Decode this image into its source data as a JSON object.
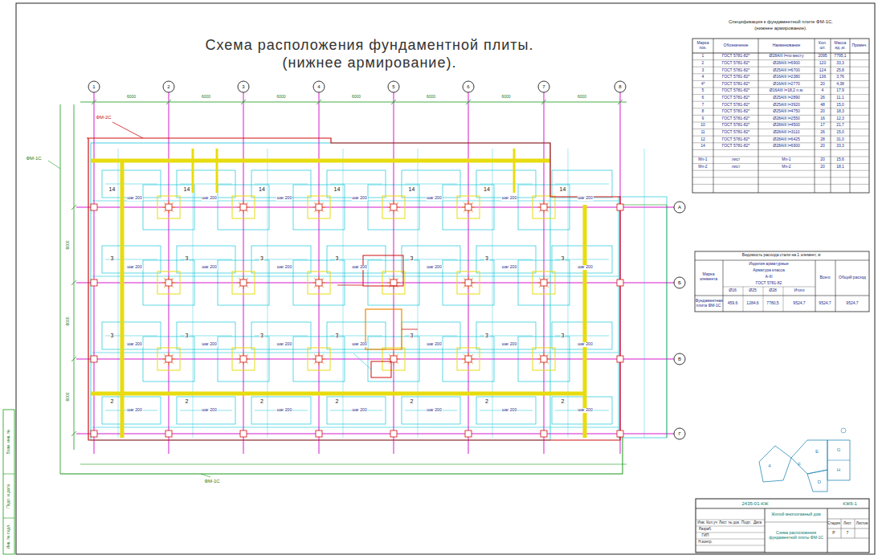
{
  "diagram": {
    "title": "Схема расположения фундаментной плиты. (нижнее армирование).",
    "labels": [
      "Спецификация к фундаментной плите ФМ-1С.",
      "(нижнее армирование).",
      "Марка поз.",
      "Обозначение",
      "Наименование",
      "Кол. шт.",
      "Масса ед.,кг.",
      "Примеч.",
      "1",
      "ГОСТ 5781-82*",
      "Ø28АIII l=по месту",
      "2095",
      "7795,1",
      "2",
      "ГОСТ 5781-82*",
      "Ø28АIII l=6900",
      "120",
      "33,3",
      "3",
      "ГОСТ 5781-82*",
      "Ø25АIII l=6700",
      "124",
      "25,8",
      "4",
      "ГОСТ 5781-82*",
      "Ø16АIII l=2380",
      "136",
      "3,76",
      "4*",
      "ГОСТ 5781-82*",
      "Ø16АIII l=2770",
      "20",
      "4,38",
      "5",
      "ГОСТ 5781-82*",
      "Ø16АIII l=18,2 п.м.",
      "4",
      "17,9",
      "6",
      "ГОСТ 5781-82*",
      "Ø25АIII l=2890",
      "26",
      "11,1",
      "7",
      "ГОСТ 5781-82*",
      "Ø25АIII l=3920",
      "48",
      "15,0",
      "8",
      "ГОСТ 5781-82*",
      "Ø25АIII l=4750",
      "20",
      "18,3",
      "9",
      "ГОСТ 5781-82*",
      "Ø28АIII l=2550",
      "16",
      "12,3",
      "10",
      "ГОСТ 5781-82*",
      "Ø28АIII l=4500",
      "17",
      "21,7",
      "11",
      "ГОСТ 5781-82*",
      "Ø28АIII l=3110",
      "26",
      "15,0",
      "12",
      "ГОСТ 5781-82*",
      "Ø28АIII l=6425",
      "28",
      "31,0",
      "14",
      "ГОСТ 5781-82*",
      "Ø28АIII l=6900",
      "20",
      "33,3",
      "Мп-1",
      "лист",
      "Мп-1",
      "20",
      "15,6",
      "Мп-2",
      "лист",
      "Мп-2",
      "20",
      "18,1",
      "Ведомость расхода стали на 1 элемент, кг",
      "Марка элемента",
      "Изделия арматурные",
      "Арматура класса",
      "A-III",
      "ГОСТ 5781-82",
      "Ø16",
      "Ø25",
      "Ø28",
      "Итого",
      "Всего",
      "Общий расход",
      "Фундаментная плита ФМ-1С",
      "459,6",
      "1284,6",
      "7780,5",
      "9524,7",
      "9524,7",
      "9524,7",
      "ФМ-2С",
      "ФМ-1С",
      "ФМ-1С",
      "14",
      "шаг 200",
      "14",
      "шаг 200",
      "14",
      "шаг 200",
      "14",
      "шаг 200",
      "14",
      "шаг 200",
      "14",
      "шаг 200",
      "14",
      "шаг 200",
      "3",
      "шаг 200",
      "3",
      "шаг 200",
      "3",
      "шаг 200",
      "3",
      "шаг 200",
      "3",
      "шаг 200",
      "3",
      "шаг 200",
      "3",
      "шаг 200",
      "3",
      "шаг 200",
      "3",
      "шаг 200",
      "3",
      "шаг 200",
      "3",
      "шаг 200",
      "3",
      "шаг 200",
      "3",
      "шаг 200",
      "3",
      "шаг 200",
      "2",
      "шаг 200",
      "2",
      "шаг 200",
      "2",
      "шаг 200",
      "2",
      "шаг 200",
      "2",
      "шаг 200",
      "2",
      "шаг 200",
      "2",
      "шаг 200",
      "1",
      "2",
      "3",
      "4",
      "5",
      "6",
      "7",
      "8",
      "А",
      "Б",
      "В",
      "Г",
      "6000",
      "6000",
      "6000",
      "6000",
      "6000",
      "6000",
      "6000",
      "6000",
      "6000",
      "6000",
      "2435-01-КЖ",
      "КЖ6-1",
      "Жилой многоэтажный дом",
      "Схема расположения фундаментной плиты ФМ-1С",
      "Стадия",
      "Лист",
      "Листов",
      "Р",
      "7",
      "Изм.",
      "Кол.уч",
      "Лист",
      "№ док.",
      "Подп.",
      "Дата",
      "Разраб.",
      "ГИП",
      "Н.контр.",
      "Инв. № подл.",
      "Подп. и дата",
      "Взам. инв. №",
      "4",
      "F",
      "E",
      "G",
      "H",
      "D"
    ]
  }
}
